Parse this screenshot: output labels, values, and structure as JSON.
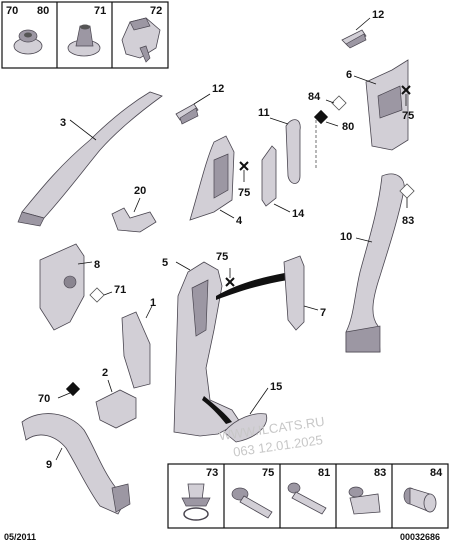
{
  "callouts": {
    "c70": "70",
    "c80": "80",
    "c71": "71",
    "c72": "72",
    "c12a": "12",
    "c6": "6",
    "c75a": "75",
    "c3": "3",
    "c12b": "12",
    "c11": "11",
    "c84": "84",
    "c80b": "80",
    "c75b": "75",
    "c4": "4",
    "c14": "14",
    "c20": "20",
    "c83": "83",
    "c10": "10",
    "c8": "8",
    "c71b": "71",
    "c5": "5",
    "c75c": "75",
    "c7": "7",
    "c1": "1",
    "c70b": "70",
    "c2": "2",
    "c15": "15",
    "c9": "9",
    "c73": "73",
    "c75d": "75",
    "c81": "81",
    "c83b": "83",
    "c84b": "84"
  },
  "footer": {
    "date": "05/2011",
    "reference": "00032686"
  },
  "watermark": {
    "line1": "WWW.ILCATS.RU",
    "line2": "063 12.01.2025"
  }
}
